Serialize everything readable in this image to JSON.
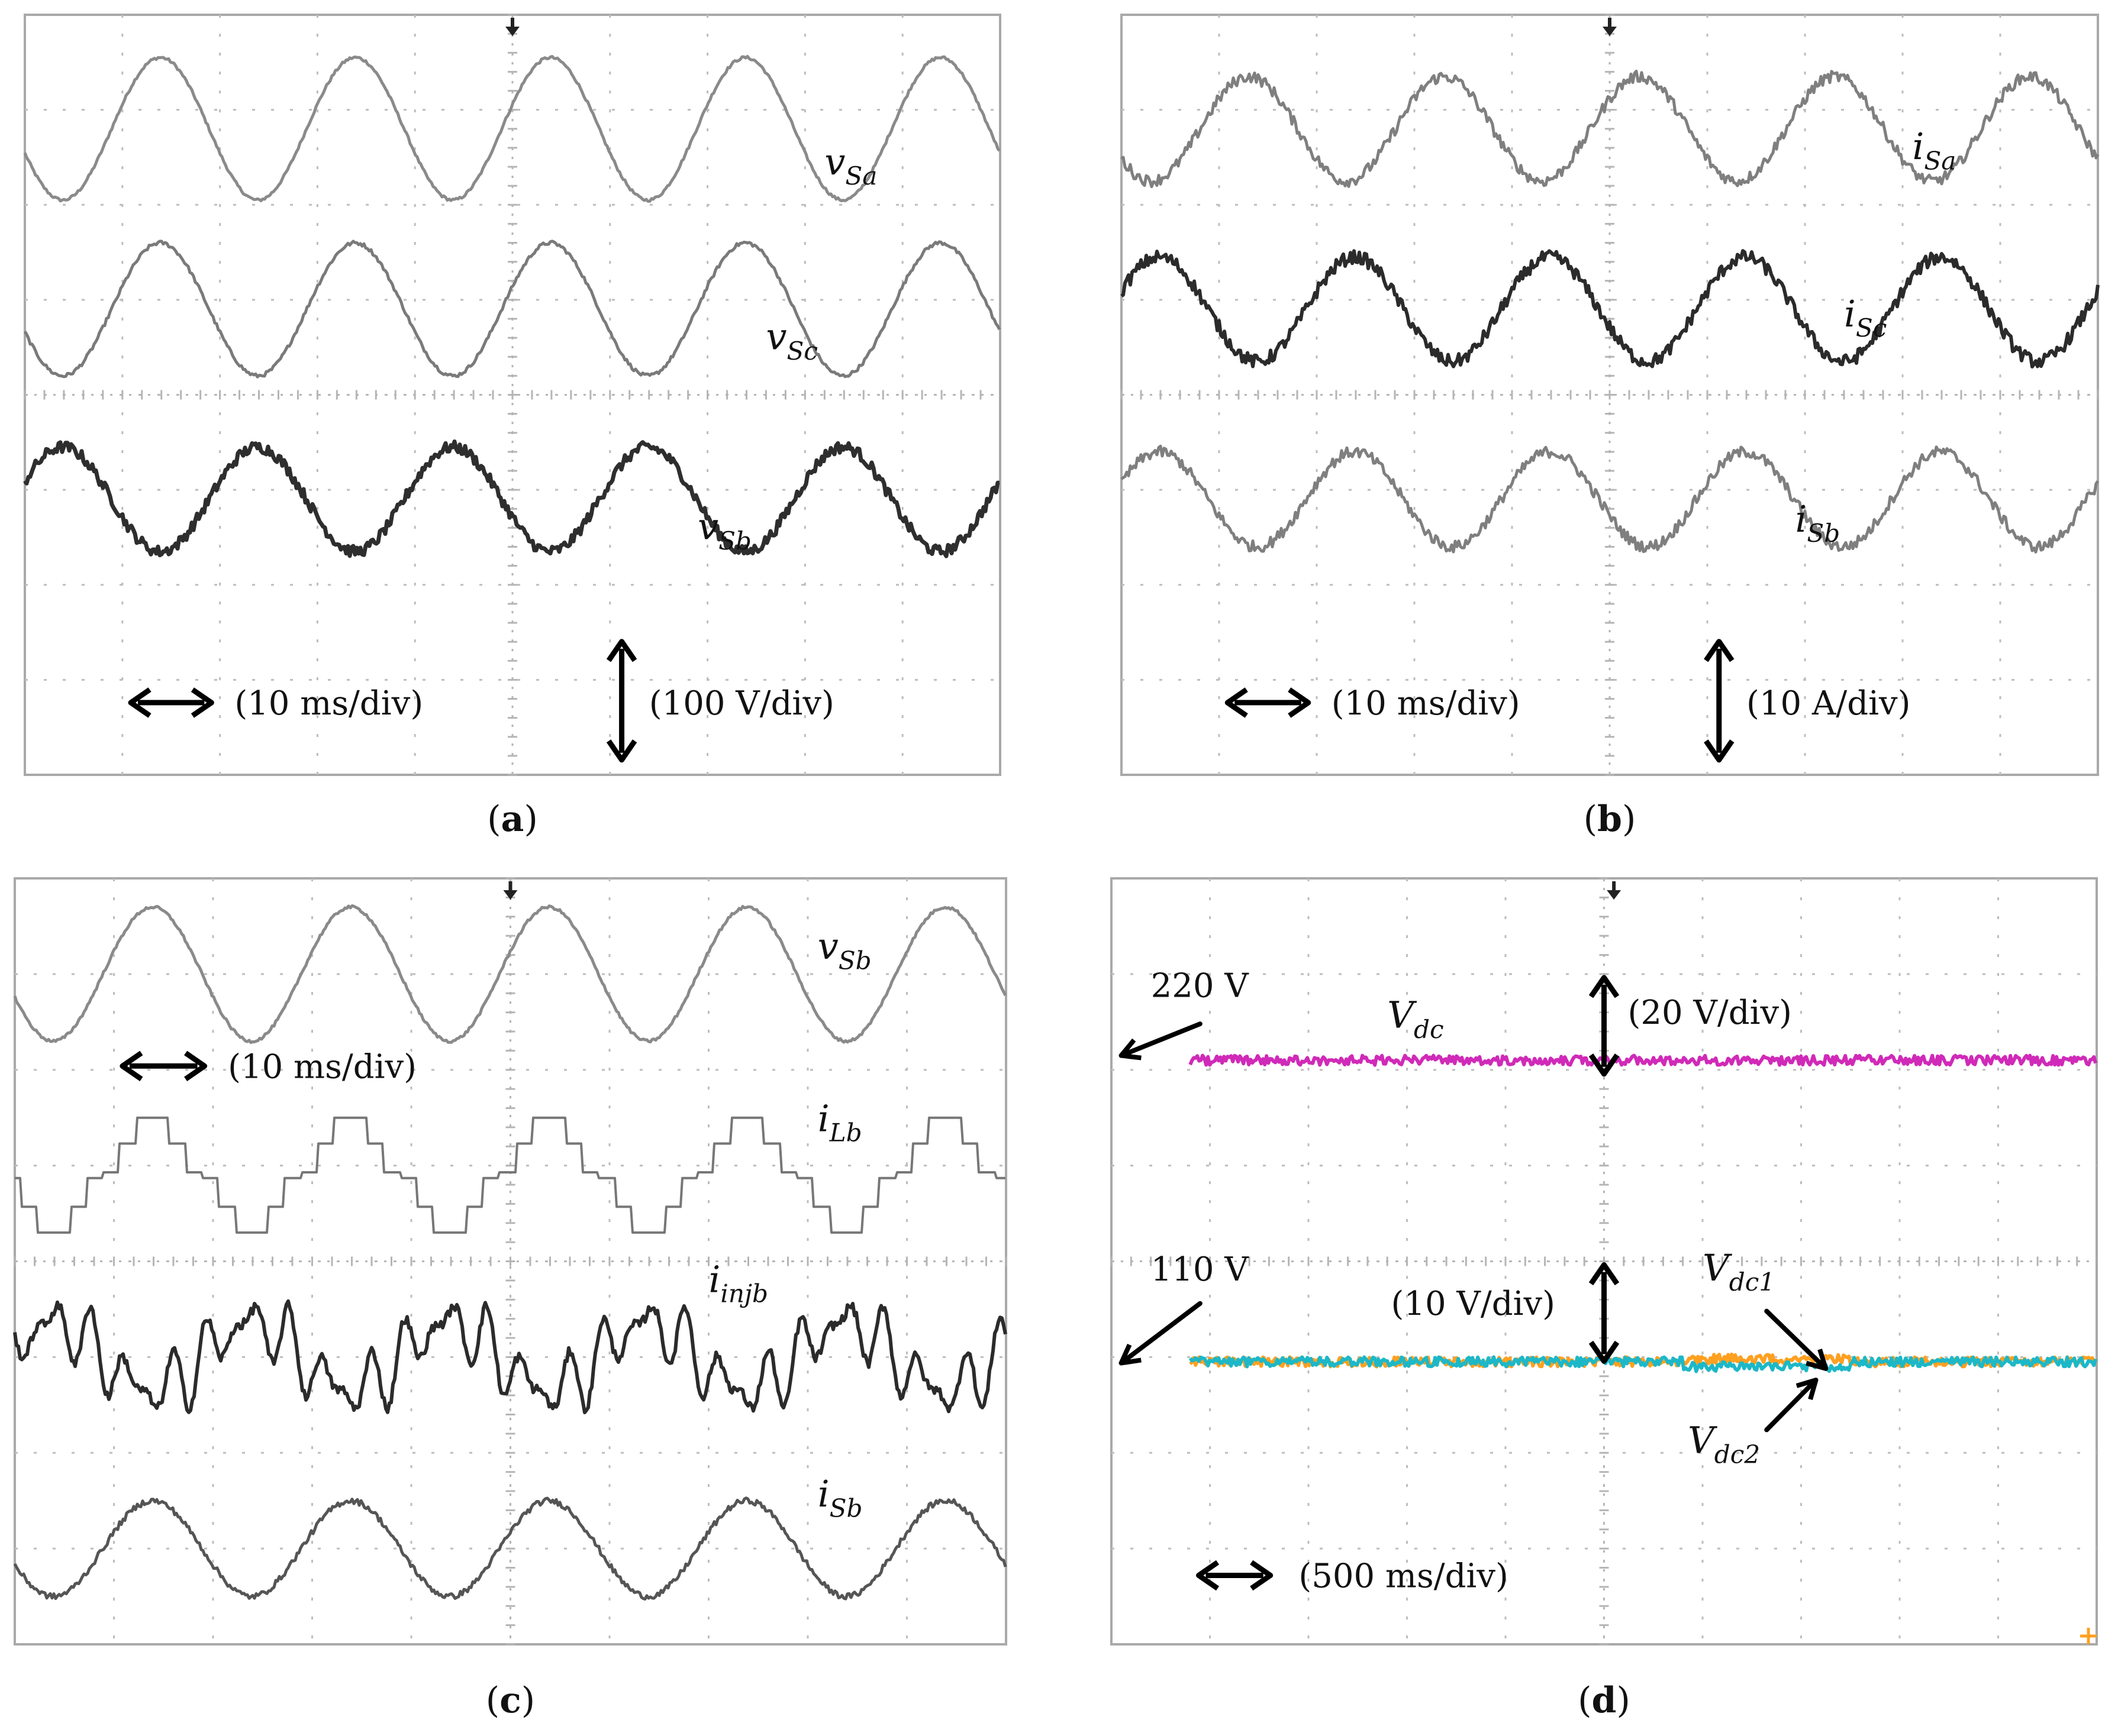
{
  "chart_data": [
    {
      "type": "line",
      "panel_caption": "(a)",
      "time_scale": "(10 ms/div)",
      "amplitude_scale": "(100 V/div)",
      "grid": true,
      "divisions": {
        "x": 10,
        "y": 8
      },
      "series": [
        {
          "name": {
            "base": "v",
            "sub": "Sa"
          },
          "waveform": "sine",
          "frequency_hz": 50,
          "amplitude_div": 0.75,
          "offset_div": 2.8,
          "phase_deg": 200,
          "color": "#8a8a8a",
          "stroke_width": 5,
          "noise": 0.015
        },
        {
          "name": {
            "base": "v",
            "sub": "Sc"
          },
          "waveform": "sine",
          "frequency_hz": 50,
          "amplitude_div": 0.7,
          "offset_div": 0.9,
          "phase_deg": 200,
          "color": "#7a7a7a",
          "stroke_width": 5,
          "noise": 0.02
        },
        {
          "name": {
            "base": "v",
            "sub": "Sb"
          },
          "waveform": "sine",
          "frequency_hz": 50,
          "amplitude_div": 0.55,
          "offset_div": -1.1,
          "phase_deg": 20,
          "color": "#2e2e2e",
          "stroke_width": 7,
          "noise": 0.06
        }
      ]
    },
    {
      "type": "line",
      "panel_caption": "(b)",
      "time_scale": "(10 ms/div)",
      "amplitude_scale": "(10 A/div)",
      "grid": true,
      "divisions": {
        "x": 10,
        "y": 8
      },
      "series": [
        {
          "name": {
            "base": "i",
            "sub": "Sa"
          },
          "waveform": "sine",
          "frequency_hz": 50,
          "amplitude_div": 0.55,
          "offset_div": 2.8,
          "phase_deg": 215,
          "color": "#7f7f7f",
          "stroke_width": 5,
          "noise": 0.06
        },
        {
          "name": {
            "base": "i",
            "sub": "Sc"
          },
          "waveform": "sine",
          "frequency_hz": 50,
          "amplitude_div": 0.55,
          "offset_div": 0.9,
          "phase_deg": 20,
          "color": "#2b2b2b",
          "stroke_width": 6,
          "noise": 0.07
        },
        {
          "name": {
            "base": "i",
            "sub": "Sb"
          },
          "waveform": "sine",
          "frequency_hz": 50,
          "amplitude_div": 0.5,
          "offset_div": -1.1,
          "phase_deg": 20,
          "color": "#7f7f7f",
          "stroke_width": 5,
          "noise": 0.06
        }
      ]
    },
    {
      "type": "line",
      "panel_caption": "(c)",
      "time_scale": "(10 ms/div)",
      "grid": true,
      "divisions": {
        "x": 10,
        "y": 8
      },
      "series": [
        {
          "name": {
            "base": "v",
            "sub": "Sb"
          },
          "waveform": "sine",
          "frequency_hz": 50,
          "amplitude_div": 0.7,
          "offset_div": 3.0,
          "phase_deg": 200,
          "color": "#8a8a8a",
          "stroke_width": 5,
          "noise": 0.015
        },
        {
          "name": {
            "base": "i",
            "sub": "Lb"
          },
          "waveform": "stepped",
          "frequency_hz": 50,
          "amplitude_div": 0.6,
          "offset_div": 0.9,
          "phase_deg": 200,
          "color": "#777777",
          "stroke_width": 4,
          "noise": 0
        },
        {
          "name": {
            "base": "i",
            "sub": "injb"
          },
          "waveform": "harmonic",
          "frequency_hz": 50,
          "amplitude_div": 0.5,
          "offset_div": -1.0,
          "phase_deg": 20,
          "color": "#2b2b2b",
          "stroke_width": 6,
          "noise": 0.05
        },
        {
          "name": {
            "base": "i",
            "sub": "Sb"
          },
          "waveform": "sine",
          "frequency_hz": 50,
          "amplitude_div": 0.5,
          "offset_div": -3.0,
          "phase_deg": 200,
          "color": "#555555",
          "stroke_width": 5,
          "noise": 0.03
        }
      ]
    },
    {
      "type": "line",
      "panel_caption": "(d)",
      "time_scale": "(500 ms/div)",
      "grid": true,
      "divisions": {
        "x": 10,
        "y": 8
      },
      "x_extent_div": [
        0.8,
        10.0
      ],
      "series": [
        {
          "name": {
            "base": "V",
            "sub": "dc"
          },
          "waveform": "flat",
          "level_div": 2.1,
          "level_label": "220 V",
          "scale_label": "(20 V/div)",
          "color": "#d02ab8",
          "stroke_width": 6,
          "noise": 0.05
        },
        {
          "name": {
            "base": "V",
            "sub": "dc1"
          },
          "waveform": "flat",
          "level_div": -1.05,
          "level_label": "110 V",
          "scale_label": "(10 V/div)",
          "color": "#ffa020",
          "stroke_width": 6,
          "noise": 0.05
        },
        {
          "name": {
            "base": "V",
            "sub": "dc2"
          },
          "waveform": "flat",
          "level_div": -1.05,
          "color": "#1cb8c8",
          "stroke_width": 6,
          "noise": 0.05
        }
      ]
    }
  ]
}
